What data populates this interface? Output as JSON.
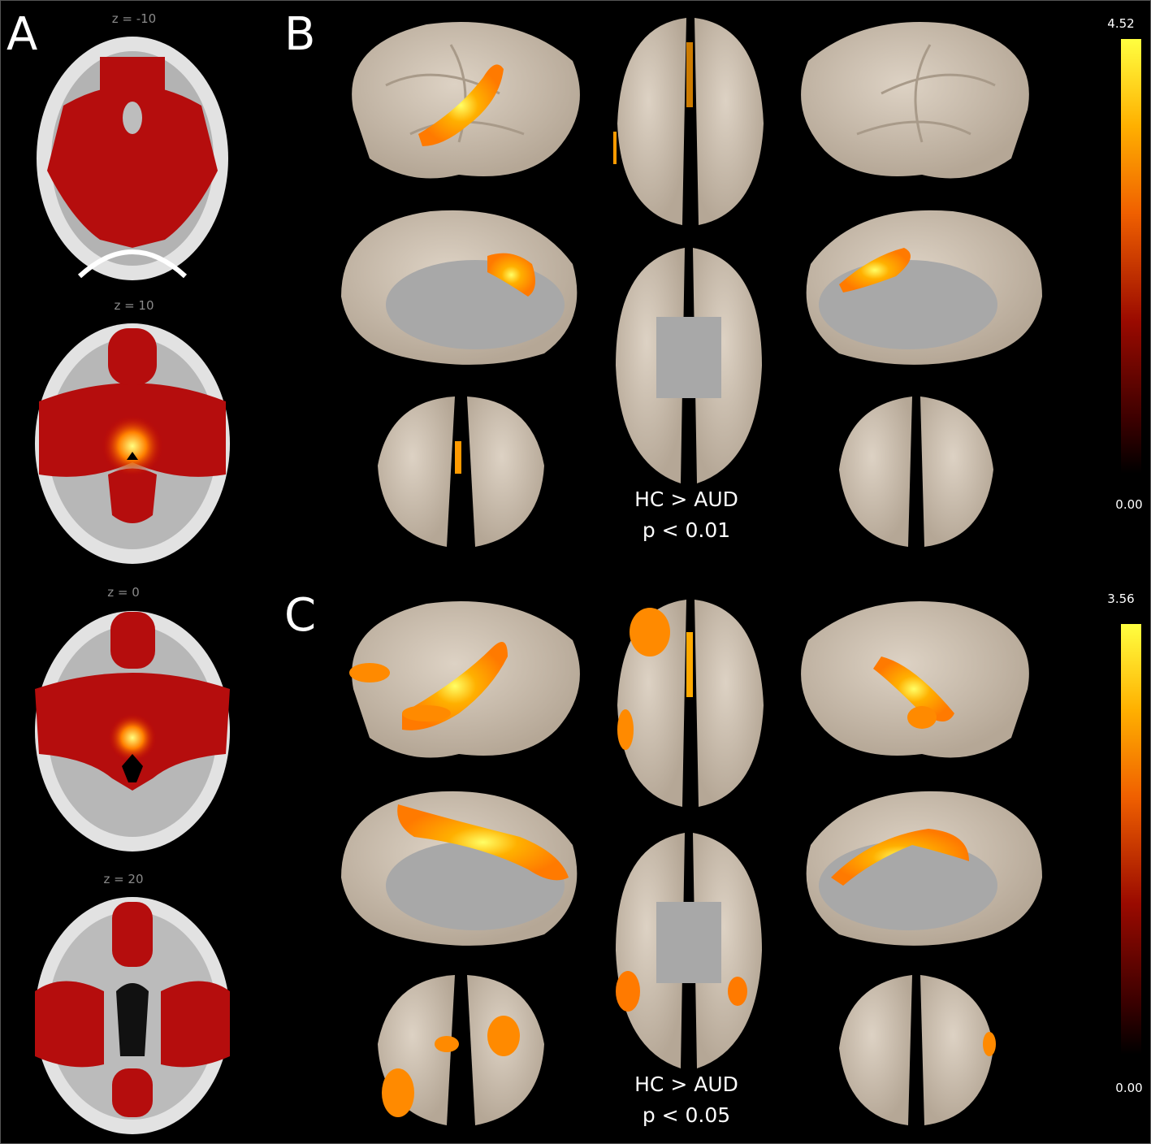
{
  "panels": {
    "a": {
      "letter": "A",
      "slices": [
        {
          "label": "z = -10",
          "hotspot": false
        },
        {
          "label": "z = 10",
          "hotspot": true
        },
        {
          "label": "z = 0",
          "hotspot": true
        },
        {
          "label": "z = 20",
          "hotspot": false
        }
      ]
    },
    "b": {
      "letter": "B",
      "contrast": "HC > AUD",
      "threshold": "p < 0.01",
      "colorbar": {
        "max": "4.52",
        "min": "0.00"
      }
    },
    "c": {
      "letter": "C",
      "contrast": "HC > AUD",
      "threshold": "p < 0.05",
      "colorbar": {
        "max": "3.56",
        "min": "0.00"
      }
    }
  },
  "colors": {
    "background": "#000000",
    "cortex": "#cfc3b4",
    "medial_wall": "#a8a8a8",
    "activation": "#ff9a00"
  }
}
